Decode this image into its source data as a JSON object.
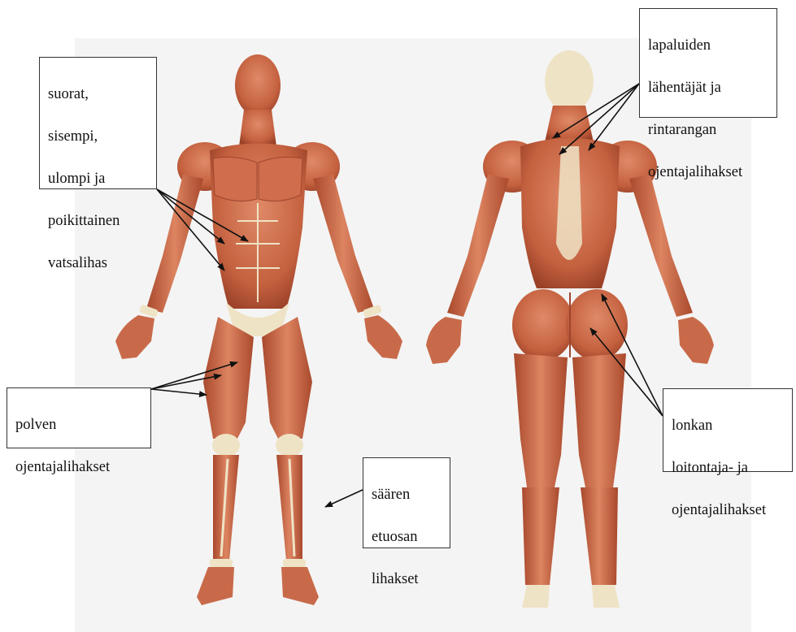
{
  "labels": {
    "abs": {
      "lines": [
        "suorat,",
        "sisempi,",
        "ulompi ja",
        "poikittainen",
        "vatsalihas"
      ]
    },
    "scapula_back": {
      "lines": [
        "lapaluiden",
        "lähentäjät ja",
        "rintarangan",
        "ojentajalihakset"
      ]
    },
    "knee": {
      "lines": [
        "polven",
        "ojentajalihakset"
      ]
    },
    "shin": {
      "lines": [
        "säären",
        "etuosan",
        "lihakset"
      ]
    },
    "hip": {
      "lines": [
        "lonkan",
        "loitontaja- ja",
        "ojentajalihakset"
      ]
    }
  },
  "colors": {
    "muscle": "#c8684a",
    "muscle_dark": "#9e4530",
    "tendon": "#efe3c6",
    "background_photo": "#f4f4f4"
  }
}
